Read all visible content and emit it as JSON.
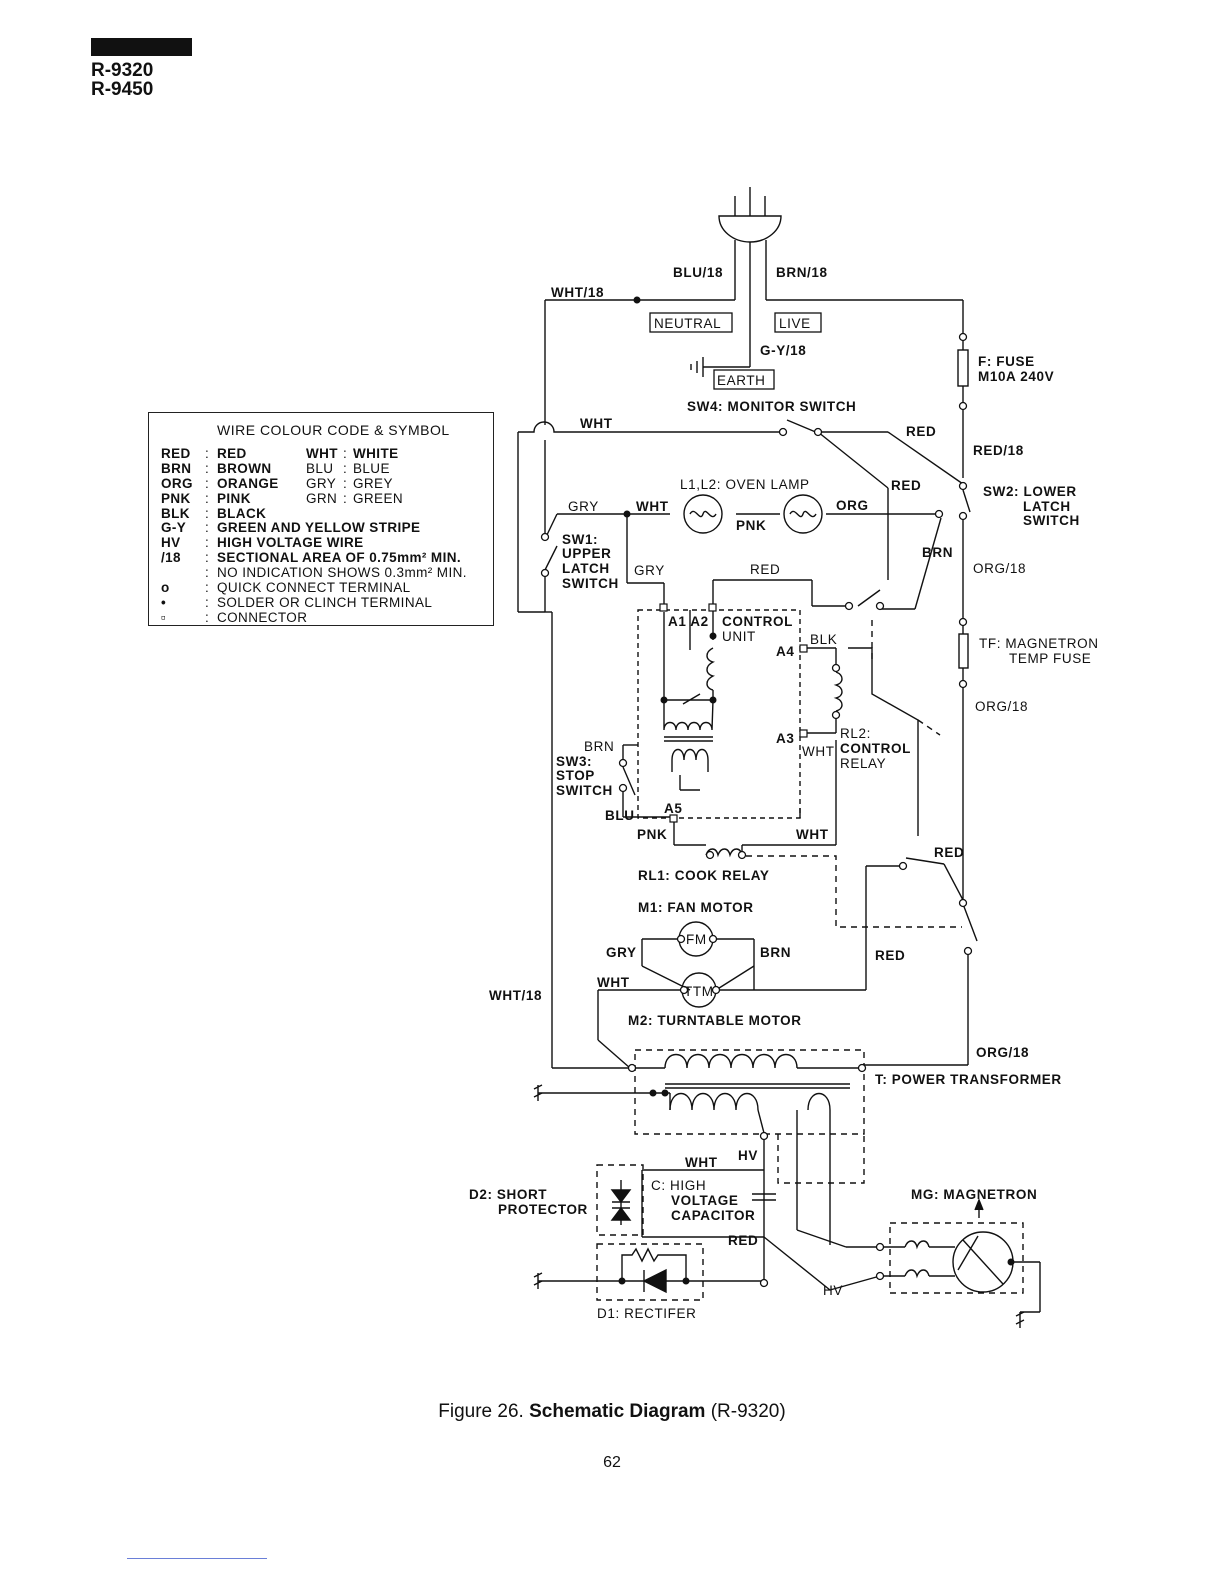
{
  "header": {
    "models": [
      "R-9320",
      "R-9450"
    ]
  },
  "legend": {
    "title": "WIRE COLOUR CODE & SYMBOL",
    "rows": [
      {
        "code": "RED",
        "desc": "RED",
        "code2": "WHT",
        "desc2": "WHITE"
      },
      {
        "code": "BRN",
        "desc": "BROWN",
        "code2": "BLU",
        "desc2": "BLUE"
      },
      {
        "code": "ORG",
        "desc": "ORANGE",
        "code2": "GRY",
        "desc2": "GREY"
      },
      {
        "code": "PNK",
        "desc": "PINK",
        "code2": "GRN",
        "desc2": "GREEN"
      },
      {
        "code": "BLK",
        "desc": "BLACK"
      },
      {
        "code": "G-Y",
        "desc": "GREEN AND YELLOW STRIPE"
      },
      {
        "code": "HV",
        "desc": "HIGH VOLTAGE WIRE"
      },
      {
        "code": "/18",
        "desc": "SECTIONAL AREA OF 0.75mm² MIN."
      },
      {
        "code": "",
        "desc": "NO INDICATION SHOWS 0.3mm² MIN."
      },
      {
        "code": "o",
        "desc": "QUICK CONNECT TERMINAL"
      },
      {
        "code": "•",
        "desc": "SOLDER OR CLINCH TERMINAL"
      },
      {
        "code": "▫",
        "desc": "CONNECTOR"
      }
    ]
  },
  "diagram": {
    "labels": {
      "blu18": "BLU/18",
      "brn18": "BRN/18",
      "wht18_top": "WHT/18",
      "neutral": "NEUTRAL",
      "live": "LIVE",
      "gy18": "G-Y/18",
      "earth": "EARTH",
      "fuse1": "F: FUSE",
      "fuse2": "M10A 240V",
      "sw4": "SW4: MONITOR SWITCH",
      "wht_sw4": "WHT",
      "red_sw4": "RED",
      "red18": "RED/18",
      "oven_lamp": "L1,L2: OVEN LAMP",
      "red_lamp": "RED",
      "sw2_1": "SW2: LOWER",
      "sw2_2": "LATCH",
      "sw2_3": "SWITCH",
      "gry1": "GRY",
      "wht_lamp": "WHT",
      "org_lamp": "ORG",
      "pnk_lamp": "PNK",
      "brn_right": "BRN",
      "sw1_1": "SW1:",
      "sw1_2": "UPPER",
      "sw1_3": "LATCH",
      "sw1_4": "SWITCH",
      "gry2": "GRY",
      "red_cu": "RED",
      "org18_a": "ORG/18",
      "a1a2": "A1 A2",
      "control": "CONTROL",
      "unit": "UNIT",
      "blk": "BLK",
      "a4": "A4",
      "tf1": "TF: MAGNETRON",
      "tf2": "TEMP FUSE",
      "org18_b": "ORG/18",
      "a3": "A3",
      "rl2_1": "RL2:",
      "rl2_2": "CONTROL",
      "rl2_3": "RELAY",
      "wht_rl2": "WHT",
      "brn_sw3": "BRN",
      "sw3_1": "SW3:",
      "sw3_2": "STOP",
      "sw3_3": "SWITCH",
      "blu_sw3": "BLU",
      "a5": "A5",
      "pnk_rl1": "PNK",
      "wht_rl1": "WHT",
      "red_rl1": "RED",
      "rl1": "RL1: COOK RELAY",
      "m1": "M1: FAN MOTOR",
      "fm": "FM",
      "gry_fm": "GRY",
      "brn_fm": "BRN",
      "red_fm": "RED",
      "wht_ttm": "WHT",
      "ttm": "TTM",
      "wht18_left": "WHT/18",
      "m2": "M2: TURNTABLE MOTOR",
      "org18_c": "ORG/18",
      "transformer": "T: POWER TRANSFORMER",
      "wht_hv": "WHT",
      "hv1": "HV",
      "d2_1": "D2: SHORT",
      "d2_2": "PROTECTOR",
      "c1": "C: HIGH",
      "c2": "VOLTAGE",
      "c3": "CAPACITOR",
      "mg": "MG: MAGNETRON",
      "red_d1": "RED",
      "hv2": "HV",
      "d1": "D1: RECTIFER"
    }
  },
  "caption": {
    "prefix": "Figure  26.",
    "title": "Schematic Diagram",
    "suffix": "(R-9320)"
  },
  "page_number": "62"
}
